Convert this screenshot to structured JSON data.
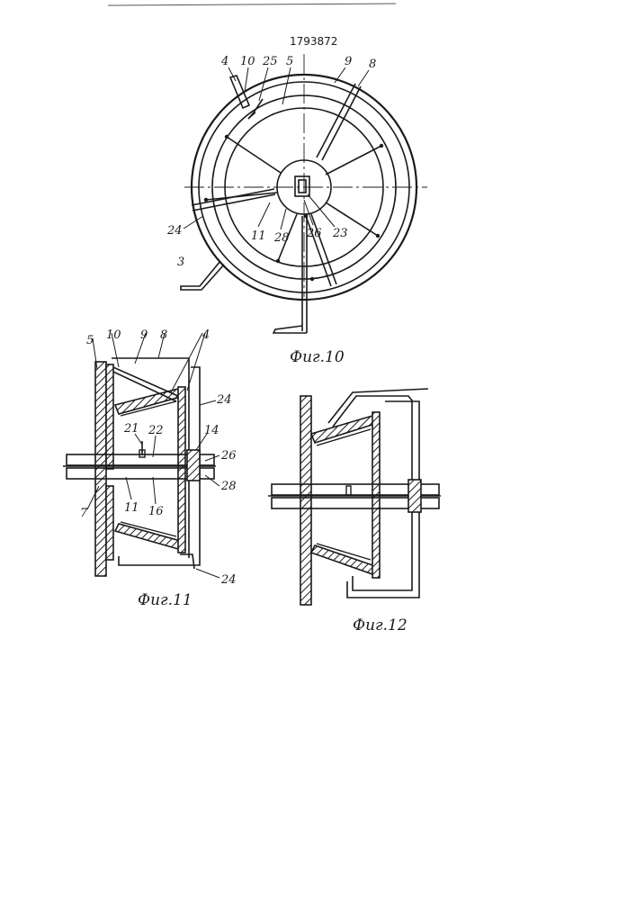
{
  "document": {
    "patent_number": "1793872"
  },
  "figures": [
    {
      "caption": "Фиг.10",
      "labels": [
        "4",
        "10",
        "25",
        "5",
        "9",
        "8",
        "24",
        "11",
        "28",
        "26",
        "23",
        "3"
      ]
    },
    {
      "caption": "Фиг.11",
      "labels": [
        "5",
        "10",
        "9",
        "8",
        "4",
        "24",
        "14",
        "21",
        "22",
        "26",
        "28",
        "7",
        "11",
        "16",
        "24"
      ]
    },
    {
      "caption": "Фиг.12",
      "labels": []
    }
  ]
}
